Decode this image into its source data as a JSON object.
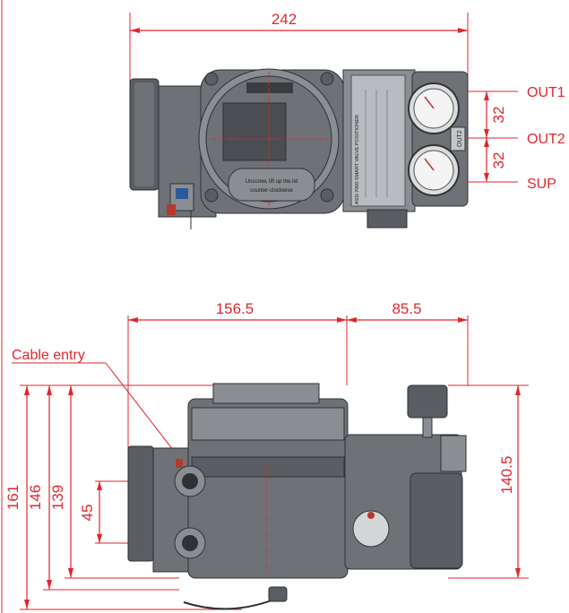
{
  "top_view": {
    "overall_width": "242",
    "port_pitch_upper": "32",
    "port_pitch_lower": "32",
    "port_out1": "OUT1",
    "port_out2": "OUT2",
    "port_sup": "SUP",
    "cover_text_line1": "Unscrew, lift up the lid",
    "cover_text_line2": "counter-clockwise",
    "nameplate_text": "ASD-7000 SMART VALVE POSITIONER",
    "side_label": "OUT2"
  },
  "side_view": {
    "body_width": "156.5",
    "manifold_width": "85.5",
    "cable_entry_label": "Cable entry",
    "height_total": "161",
    "height_body": "146",
    "height_housing": "139",
    "entry_pitch": "45",
    "gauge_height": "140.5"
  },
  "colors": {
    "dimension": "#e0262e",
    "body": "#6e7276",
    "background": "#ffffff"
  }
}
